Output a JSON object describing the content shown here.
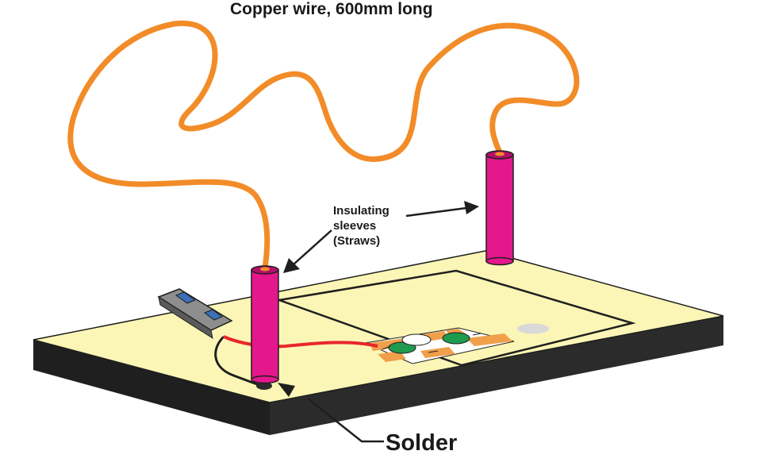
{
  "labels": {
    "title": "Copper wire, 600mm long",
    "sleeves_line1": "Insulating",
    "sleeves_line2": "sleeves",
    "sleeves_line3": "(Straws)",
    "solder": "Solder"
  },
  "colors": {
    "board_top": "#fbf6b6",
    "board_side": "#1f1f1f",
    "copper_wire": "#f28c28",
    "sleeve": "#e5178c",
    "red_wire": "#e8262b",
    "module_orange": "#f0a04b",
    "module_green": "#1e9b4f",
    "battery_grey": "#8e8e8e"
  }
}
